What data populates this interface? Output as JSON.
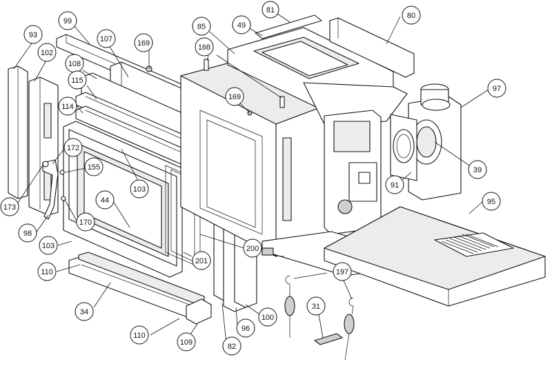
{
  "diagram": {
    "callouts": [
      {
        "id": "c-93",
        "label": "93"
      },
      {
        "id": "c-102",
        "label": "102"
      },
      {
        "id": "c-99",
        "label": "99"
      },
      {
        "id": "c-107",
        "label": "107"
      },
      {
        "id": "c-169a",
        "label": "169"
      },
      {
        "id": "c-108",
        "label": "108"
      },
      {
        "id": "c-115",
        "label": "115"
      },
      {
        "id": "c-114",
        "label": "114"
      },
      {
        "id": "c-85",
        "label": "85"
      },
      {
        "id": "c-49",
        "label": "49"
      },
      {
        "id": "c-81",
        "label": "81"
      },
      {
        "id": "c-80",
        "label": "80"
      },
      {
        "id": "c-168",
        "label": "168"
      },
      {
        "id": "c-169b",
        "label": "169"
      },
      {
        "id": "c-97",
        "label": "97"
      },
      {
        "id": "c-39",
        "label": "39"
      },
      {
        "id": "c-91",
        "label": "91"
      },
      {
        "id": "c-95",
        "label": "95"
      },
      {
        "id": "c-172",
        "label": "172"
      },
      {
        "id": "c-155",
        "label": "155"
      },
      {
        "id": "c-103a",
        "label": "103"
      },
      {
        "id": "c-44",
        "label": "44"
      },
      {
        "id": "c-173",
        "label": "173"
      },
      {
        "id": "c-170",
        "label": "170"
      },
      {
        "id": "c-98",
        "label": "98"
      },
      {
        "id": "c-103b",
        "label": "103"
      },
      {
        "id": "c-200",
        "label": "200"
      },
      {
        "id": "c-201",
        "label": "201"
      },
      {
        "id": "c-110a",
        "label": "110"
      },
      {
        "id": "c-34",
        "label": "34"
      },
      {
        "id": "c-110b",
        "label": "110"
      },
      {
        "id": "c-109",
        "label": "109"
      },
      {
        "id": "c-82",
        "label": "82"
      },
      {
        "id": "c-96",
        "label": "96"
      },
      {
        "id": "c-100",
        "label": "100"
      },
      {
        "id": "c-197",
        "label": "197"
      },
      {
        "id": "c-31",
        "label": "31"
      }
    ]
  }
}
